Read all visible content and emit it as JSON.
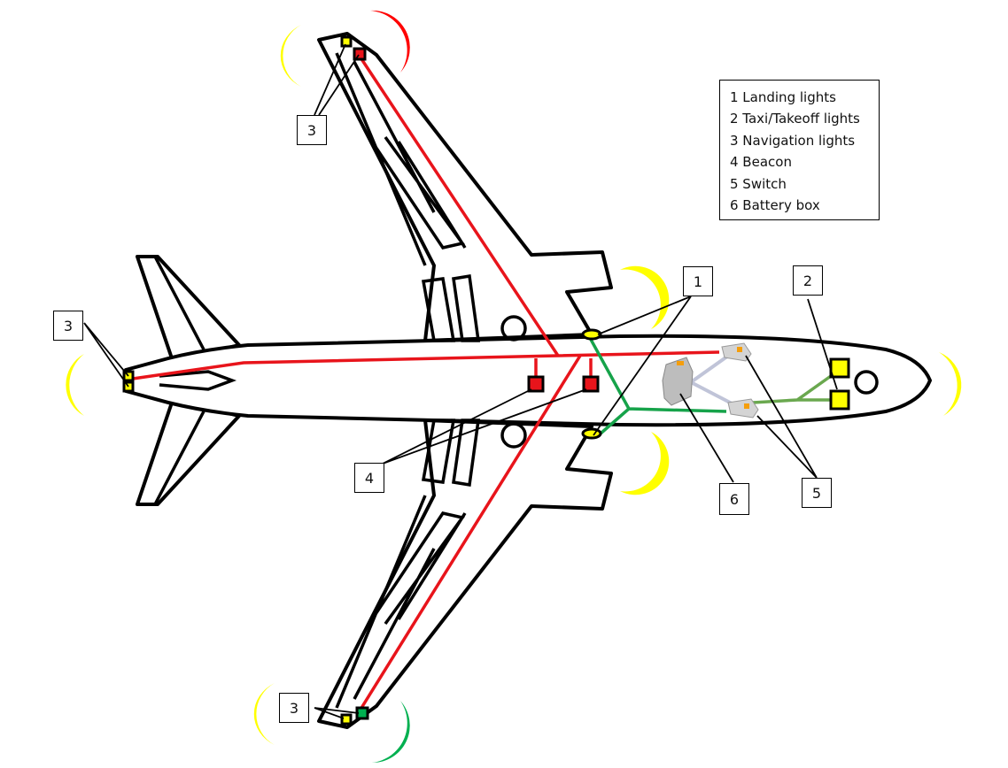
{
  "legend": {
    "items": [
      "1 Landing lights",
      "2 Taxi/Takeoff lights",
      "3 Navigation lights",
      "4 Beacon",
      "5 Switch",
      "6 Battery box"
    ]
  },
  "callouts": {
    "nav_top": "3",
    "nav_tail": "3",
    "nav_bottom": "3",
    "landing": "1",
    "taxi": "2",
    "beacon": "4",
    "switch": "5",
    "battery": "6"
  },
  "colors": {
    "outline": "#000000",
    "wire_red": "#e8141b",
    "wire_green": "#16a34a",
    "wire_lightgreen": "#6aa84f",
    "wire_grey": "#c0c4d8",
    "light_yellow": "#ffff00",
    "light_red": "#ff0000",
    "light_green": "#00b050"
  }
}
